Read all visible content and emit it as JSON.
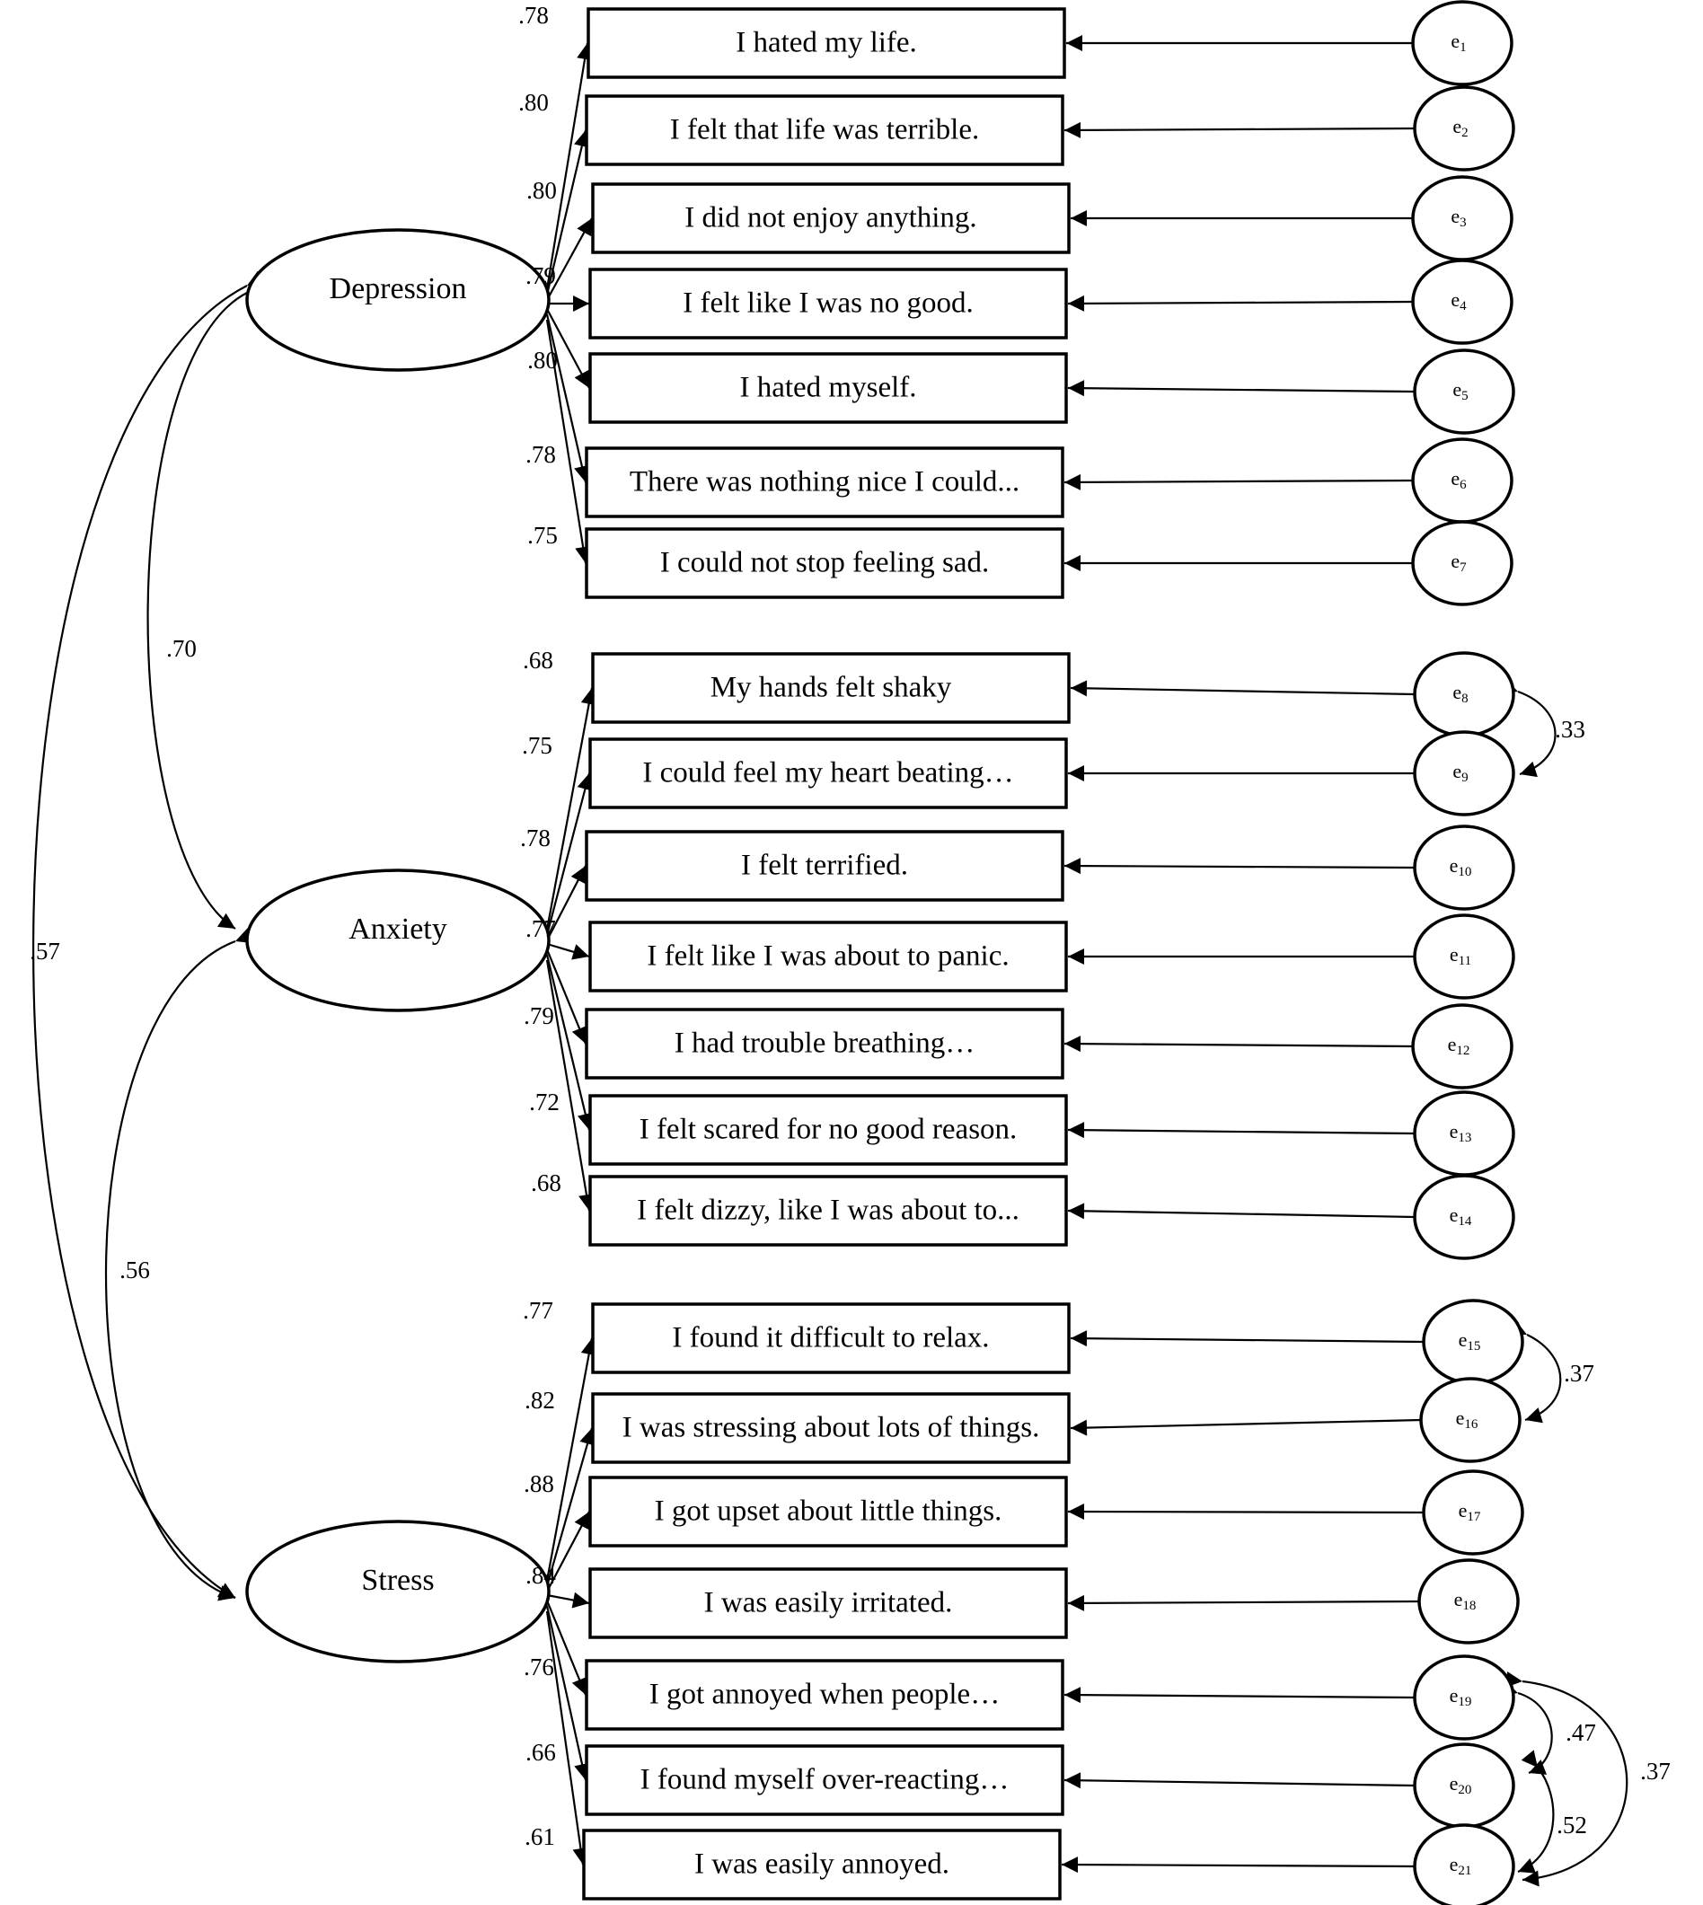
{
  "factors": [
    {
      "name": "Depression"
    },
    {
      "name": "Anxiety"
    },
    {
      "name": "Stress"
    }
  ],
  "factor_correlations": [
    {
      "from": "Depression",
      "to": "Anxiety",
      "value": ".70"
    },
    {
      "from": "Depression",
      "to": "Stress",
      "value": ".57"
    },
    {
      "from": "Anxiety",
      "to": "Stress",
      "value": ".56"
    }
  ],
  "items": [
    {
      "text": "I hated my life.",
      "factor": "Depression",
      "loading": ".78",
      "error": "1"
    },
    {
      "text": "I felt that life was terrible.",
      "factor": "Depression",
      "loading": ".80",
      "error": "2"
    },
    {
      "text": "I did not enjoy anything.",
      "factor": "Depression",
      "loading": ".80",
      "error": "3"
    },
    {
      "text": "I felt like I was no good.",
      "factor": "Depression",
      "loading": ".79",
      "error": "4"
    },
    {
      "text": "I hated myself.",
      "factor": "Depression",
      "loading": ".80",
      "error": "5"
    },
    {
      "text": "There was nothing nice I could...",
      "factor": "Depression",
      "loading": ".78",
      "error": "6"
    },
    {
      "text": "I could not stop feeling sad.",
      "factor": "Depression",
      "loading": ".75",
      "error": "7"
    },
    {
      "text": "My hands felt shaky",
      "factor": "Anxiety",
      "loading": ".68",
      "error": "8"
    },
    {
      "text": "I could feel my heart beating…",
      "factor": "Anxiety",
      "loading": ".75",
      "error": "9"
    },
    {
      "text": "I felt terrified.",
      "factor": "Anxiety",
      "loading": ".78",
      "error": "10"
    },
    {
      "text": "I felt like I was about to panic.",
      "factor": "Anxiety",
      "loading": ".77",
      "error": "11"
    },
    {
      "text": "I had trouble breathing…",
      "factor": "Anxiety",
      "loading": ".79",
      "error": "12"
    },
    {
      "text": "I felt scared for no good reason.",
      "factor": "Anxiety",
      "loading": ".72",
      "error": "13"
    },
    {
      "text": "I felt dizzy, like I was about to...",
      "factor": "Anxiety",
      "loading": ".68",
      "error": "14"
    },
    {
      "text": "I found it difficult to relax.",
      "factor": "Stress",
      "loading": ".77",
      "error": "15"
    },
    {
      "text": "I was stressing about lots of things.",
      "factor": "Stress",
      "loading": ".82",
      "error": "16"
    },
    {
      "text": "I got upset about little things.",
      "factor": "Stress",
      "loading": ".88",
      "error": "17"
    },
    {
      "text": "I was easily irritated.",
      "factor": "Stress",
      "loading": ".84",
      "error": "18"
    },
    {
      "text": "I got annoyed when people…",
      "factor": "Stress",
      "loading": ".76",
      "error": "19"
    },
    {
      "text": "I found myself over-reacting…",
      "factor": "Stress",
      "loading": ".66",
      "error": "20"
    },
    {
      "text": "I was easily annoyed.",
      "factor": "Stress",
      "loading": ".61",
      "error": "21"
    }
  ],
  "error_prefix": "e",
  "error_covariances": [
    {
      "from": "8",
      "to": "9",
      "value": ".33"
    },
    {
      "from": "15",
      "to": "16",
      "value": ".37"
    },
    {
      "from": "19",
      "to": "20",
      "value": ".47"
    },
    {
      "from": "20",
      "to": "21",
      "value": ".52"
    },
    {
      "from": "19",
      "to": "21",
      "value": ".37"
    }
  ]
}
